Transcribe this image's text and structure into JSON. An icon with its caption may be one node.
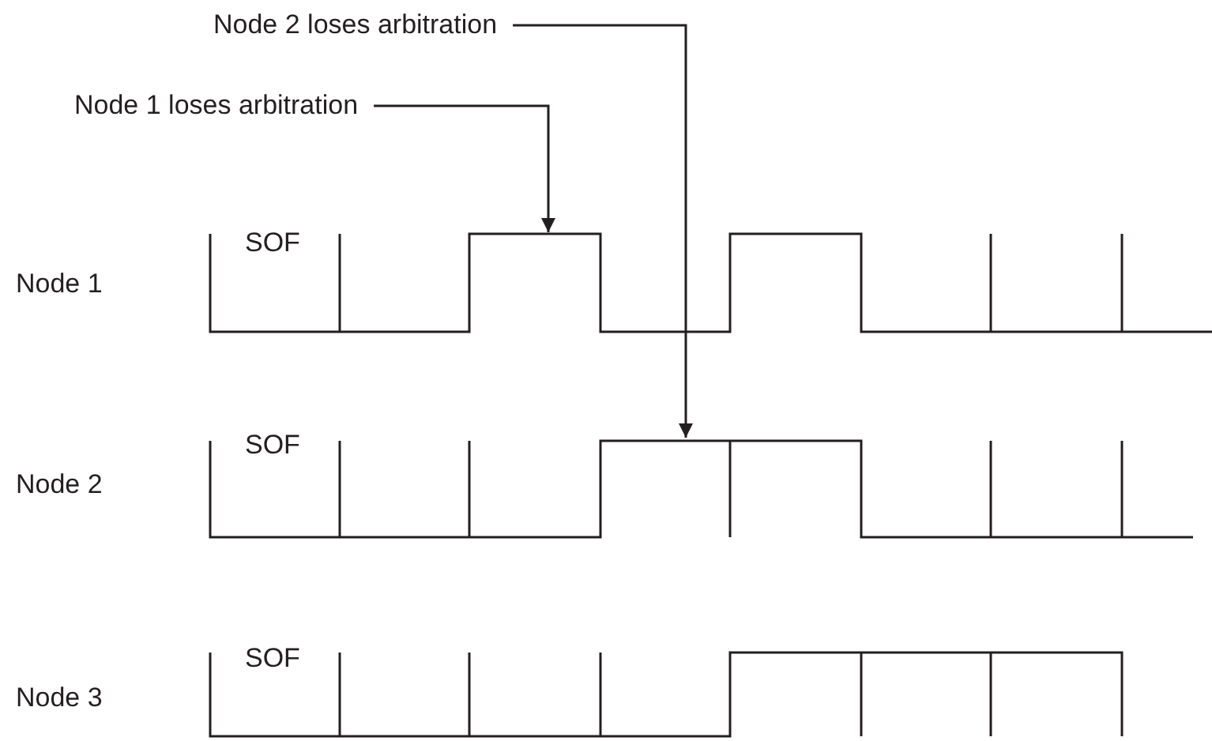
{
  "diagram": {
    "nodes": [
      {
        "text": [
          "Node 2 loses arbitration"
        ]
      },
      {
        "text": [
          "Node 1 loses arbitration"
        ]
      }
    ],
    "edges": [
      {
        "from": 0,
        "to": null,
        "arrow": "to"
      },
      {
        "from": 1,
        "to": null,
        "arrow": "to"
      }
    ],
    "labels": [
      "SOF",
      "Node 1",
      "SOF",
      "Node 2",
      "SOF",
      "Node 3"
    ]
  }
}
